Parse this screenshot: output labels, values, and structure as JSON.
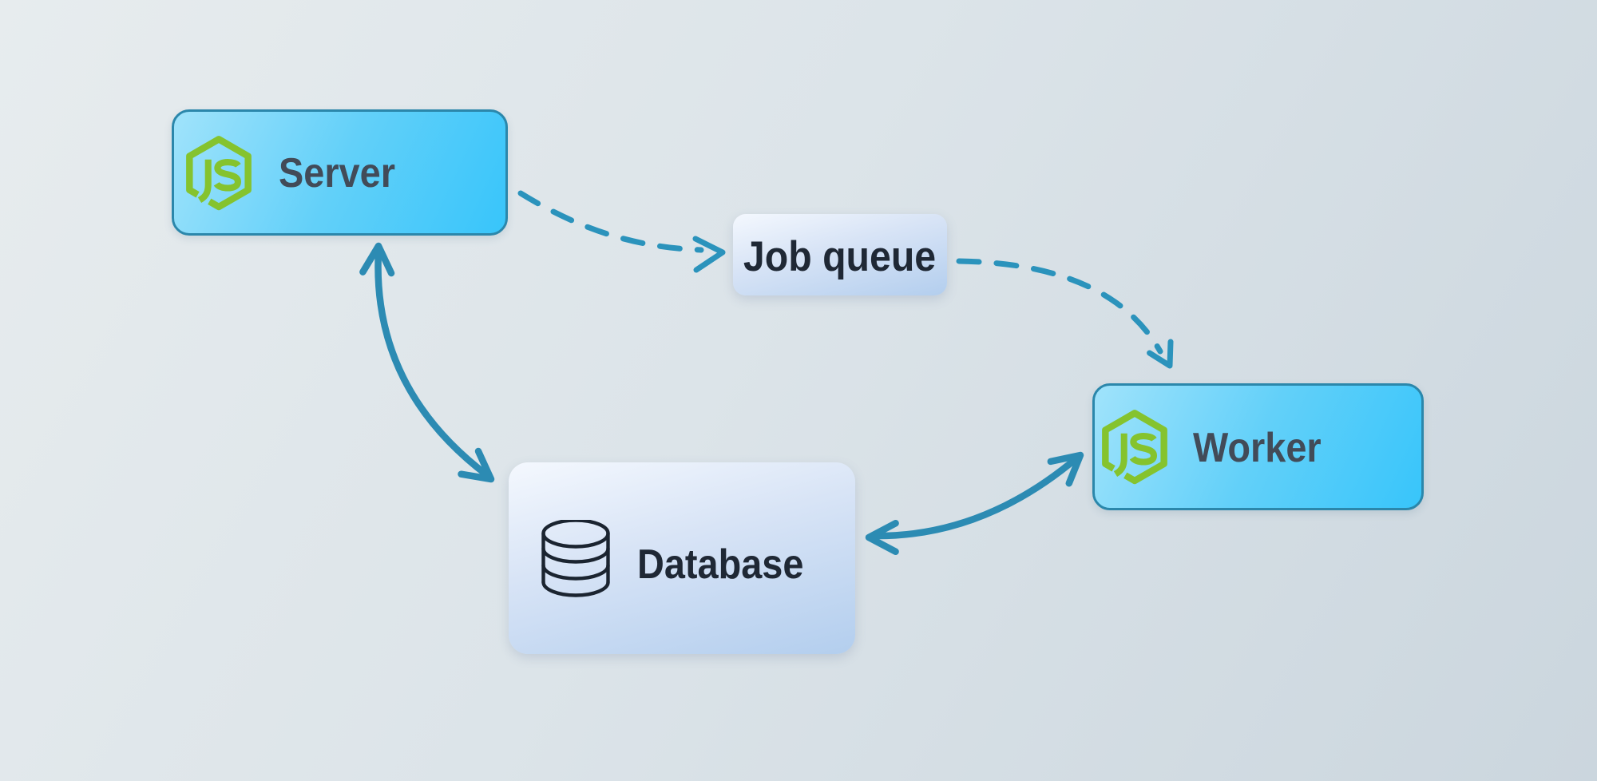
{
  "nodes": {
    "server": {
      "label": "Server",
      "icon": "nodejs-icon"
    },
    "job_queue": {
      "label": "Job queue",
      "icon": "none"
    },
    "worker": {
      "label": "Worker",
      "icon": "nodejs-icon"
    },
    "database": {
      "label": "Database",
      "icon": "database-icon"
    }
  },
  "edges": [
    {
      "from": "Server",
      "to": "Job queue",
      "style": "dashed",
      "arrows": "forward"
    },
    {
      "from": "Job queue",
      "to": "Worker",
      "style": "dashed",
      "arrows": "forward"
    },
    {
      "from": "Server",
      "to": "Database",
      "style": "solid",
      "arrows": "both"
    },
    {
      "from": "Database",
      "to": "Worker",
      "style": "solid",
      "arrows": "both"
    }
  ],
  "colors": {
    "background_start": "#E7ECEE",
    "background_end": "#CBD6DE",
    "node_cyan_start": "#A0E3FB",
    "node_cyan_end": "#38C5FA",
    "node_cyan_border": "#2B87AB",
    "node_light_start": "#F4F8FE",
    "node_light_end": "#B3CEEE",
    "label_dark_slate": "#424B58",
    "label_navy": "#1F2835",
    "arrow_solid": "#2C8BB3",
    "arrow_dashed": "#2B93BC",
    "nodejs_green": "#85C32E",
    "database_icon_stroke": "#1C2533"
  }
}
